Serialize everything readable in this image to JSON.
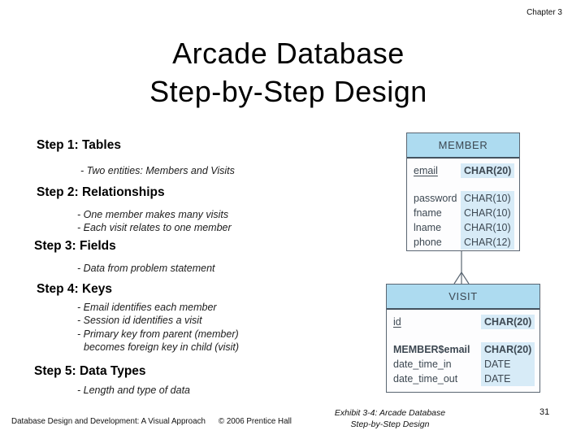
{
  "header": {
    "chapter": "Chapter 3",
    "title_line1": "Arcade Database",
    "title_line2": "Step-by-Step Design"
  },
  "steps": [
    {
      "heading": "Step 1: Tables",
      "bullets": [
        "- Two entities: Members and Visits"
      ]
    },
    {
      "heading": "Step 2: Relationships",
      "bullets": [
        "- One member makes many visits",
        "- Each visit relates to one member"
      ]
    },
    {
      "heading": "Step 3: Fields",
      "bullets": [
        "- Data from problem statement"
      ]
    },
    {
      "heading": "Step 4: Keys",
      "bullets": [
        "- Email identifies each member",
        "- Session id identifies a visit",
        "- Primary key from parent (member)",
        "becomes foreign key in child (visit)"
      ]
    },
    {
      "heading": "Step 5: Data Types",
      "bullets": [
        "- Length and type of data"
      ]
    }
  ],
  "diagram": {
    "relationship": "one-to-many (crow's foot at VISIT end)",
    "member": {
      "title": "MEMBER",
      "rows": [
        {
          "name": "email",
          "type": "CHAR(20)"
        },
        {
          "name": "password",
          "type": "CHAR(10)"
        },
        {
          "name": "fname",
          "type": "CHAR(10)"
        },
        {
          "name": "lname",
          "type": "CHAR(10)"
        },
        {
          "name": "phone",
          "type": "CHAR(12)"
        }
      ]
    },
    "visit": {
      "title": "VISIT",
      "rows": [
        {
          "name": "id",
          "type": "CHAR(20)"
        },
        {
          "name": "MEMBER$email",
          "type": "CHAR(20)"
        },
        {
          "name": "date_time_in",
          "type": "DATE"
        },
        {
          "name": "date_time_out",
          "type": "DATE"
        }
      ]
    }
  },
  "footer": {
    "left_title": "Database Design and Development: A Visual Approach",
    "copyright": "© 2006 Prentice Hall",
    "exhibit_line1": "Exhibit 3-4: Arcade Database",
    "exhibit_line2": "Step-by-Step Design",
    "page_number": "31"
  },
  "colors": {
    "entity_header_fill": "#ADDBF0",
    "type_highlight": "#D7EBF7",
    "entity_border": "#5A6672",
    "entity_text": "#3D4852"
  }
}
